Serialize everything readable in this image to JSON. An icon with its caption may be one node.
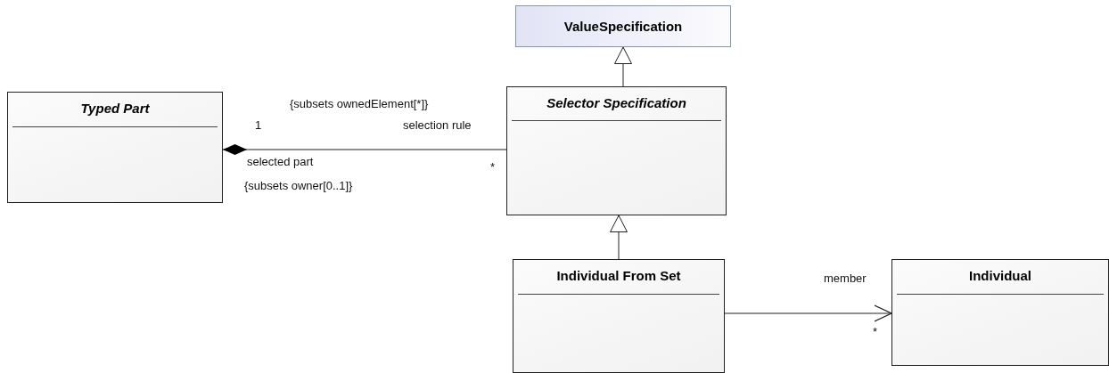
{
  "diagram": {
    "nodes": [
      {
        "text": [
          "ValueSpecification"
        ]
      },
      {
        "text": [
          "Typed Part"
        ]
      },
      {
        "text": [
          "Selector Specification"
        ]
      },
      {
        "text": [
          "Individual From Set"
        ]
      },
      {
        "text": [
          "Individual"
        ]
      }
    ],
    "edges": [
      {
        "from": 2,
        "to": 0,
        "arrow": "to"
      },
      {
        "from": 1,
        "to": 2,
        "arrow": "other"
      },
      {
        "from": 3,
        "to": 2,
        "arrow": "to"
      },
      {
        "from": 3,
        "to": 4,
        "arrow": "to"
      }
    ],
    "labels": [
      "{subsets ownedElement[*]}",
      "1",
      "selection rule",
      "selected part",
      "*",
      "{subsets owner[0..1]}",
      "member",
      "*"
    ]
  }
}
